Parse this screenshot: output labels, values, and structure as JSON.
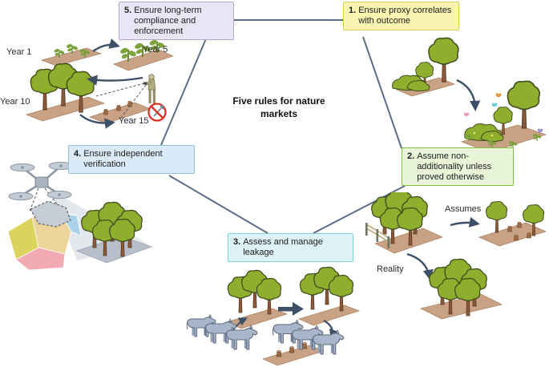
{
  "title": {
    "text": "Five rules for nature markets"
  },
  "rules": [
    {
      "number": "1.",
      "label": "Ensure proxy correlates with outcome"
    },
    {
      "number": "2.",
      "label": "Assume non-additionality unless proved otherwise"
    },
    {
      "number": "3.",
      "label": "Assess and manage leakage"
    },
    {
      "number": "4.",
      "label": "Ensure independent verification"
    },
    {
      "number": "5.",
      "label": "Ensure long-term compliance and enforcement"
    }
  ],
  "illustrations": {
    "timeline": {
      "year1": "Year 1",
      "year5": "Year 5",
      "year10": "Year 10",
      "year15": "Year 15"
    },
    "additionality": {
      "assumes": "Assumes",
      "reality": "Reality"
    }
  },
  "icons": [
    "tree-icon",
    "sapling-icon",
    "stump-icon",
    "cow-icon",
    "drone-icon",
    "surveyor-person-icon",
    "no-logging-icon",
    "fence-icon",
    "land-cover-map-icon",
    "butterfly-icon"
  ],
  "colors": {
    "connector_line": "#5c6e86",
    "arrow": "#3c5068",
    "rule1": {
      "fill": "#f9f5b1",
      "border": "#d6cf4e"
    },
    "rule2": {
      "fill": "#e9f5d9",
      "border": "#7cc142"
    },
    "rule3": {
      "fill": "#dcf2f5",
      "border": "#7ed2da"
    },
    "rule4": {
      "fill": "#d9eaf8",
      "border": "#90bfe0"
    },
    "rule5": {
      "fill": "#eae5f5",
      "border": "#b4a7d4"
    },
    "tree_canopy": "#8fae2e",
    "tree_trunk": "#8a5a3b",
    "ground_strip": "#c9a285",
    "cattle": "#a9b6c9",
    "drone": "#b9c3cd",
    "map_patches": [
      "#dcd35e",
      "#ecd49a",
      "#f2aab2",
      "#a9d2ea",
      "#c6ccd6"
    ],
    "prohibition_sign": "#d93025"
  }
}
